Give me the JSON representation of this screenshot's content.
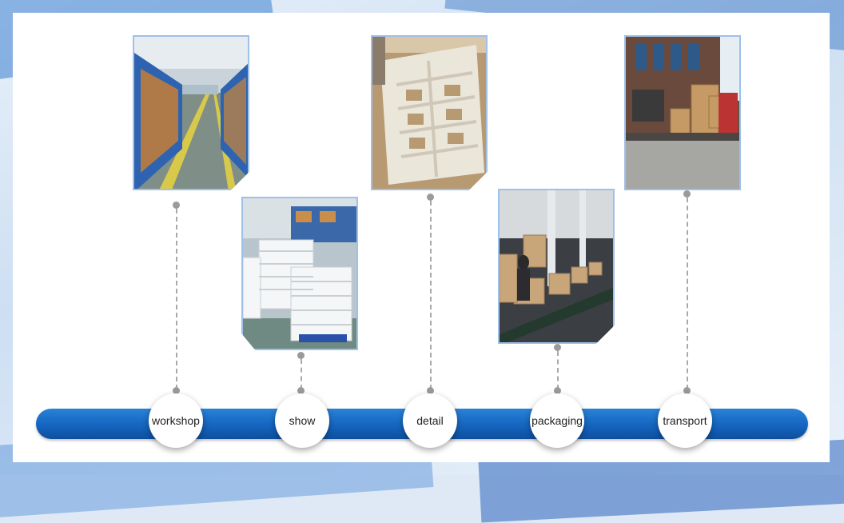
{
  "stages": [
    {
      "label": "workshop",
      "photo": "warehouse-shelving-photo"
    },
    {
      "label": "show",
      "photo": "stacked-white-frames-photo"
    },
    {
      "label": "detail",
      "photo": "frame-detail-in-box-photo"
    },
    {
      "label": "packaging",
      "photo": "packaging-line-photo"
    },
    {
      "label": "transport",
      "photo": "truck-loading-photo"
    }
  ],
  "colors": {
    "timeline_bar": "#1565c0",
    "photo_border": "#9fc0e8",
    "connector": "#a9a9a9"
  }
}
